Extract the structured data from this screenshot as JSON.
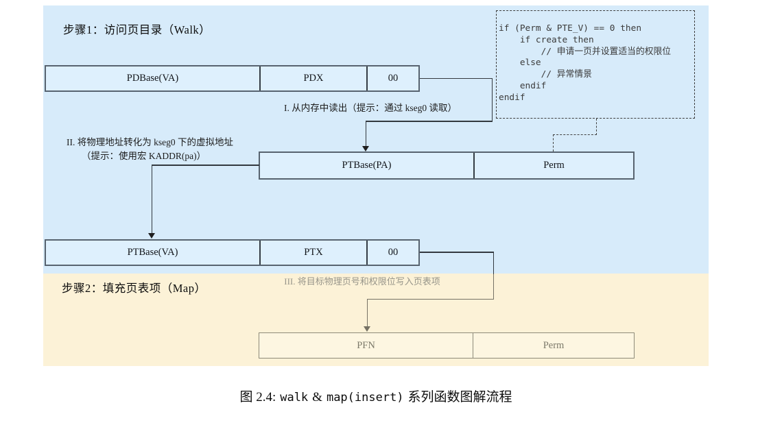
{
  "figure": {
    "step1_title": "步骤1：访问页目录（Walk）",
    "step2_title": "步骤2：填充页表项（Map）",
    "rows": {
      "pde_va": [
        "PDBase(VA)",
        "PDX",
        "00"
      ],
      "pte_pa": [
        "PTBase(PA)",
        "Perm"
      ],
      "pte_va": [
        "PTBase(VA)",
        "PTX",
        "00"
      ],
      "entry": [
        "PFN",
        "Perm"
      ]
    },
    "labels": {
      "step_i": "I. 从内存中读出（提示：通过 kseg0 读取）",
      "step_ii_line1": "II. 将物理地址转化为 kseg0 下的虚拟地址",
      "step_ii_line2": "（提示：使用宏 KADDR(pa)）",
      "step_iii": "III. 将目标物理页号和权限位写入页表项"
    },
    "code": {
      "lines": [
        "if (Perm & PTE_V) == 0 then",
        "    if create then",
        "        // 申请一页并设置适当的权限位",
        "    else",
        "        // 异常情景",
        "    endif",
        "endif"
      ]
    },
    "caption": {
      "prefix": "图 2.4:",
      "code1": "walk",
      "conj": "&",
      "code2": "map(insert)",
      "suffix": "系列函数图解流程"
    },
    "colors": {
      "walk_bg": "#d7ebfa",
      "map_bg": "#fcf2d7",
      "box_fill": "#def0fd",
      "box_border": "#57636f",
      "faded_border": "#8d8a79",
      "faded_text": "#7c796a",
      "connector_dark": "#32383e",
      "connector_gray": "#767265"
    }
  }
}
